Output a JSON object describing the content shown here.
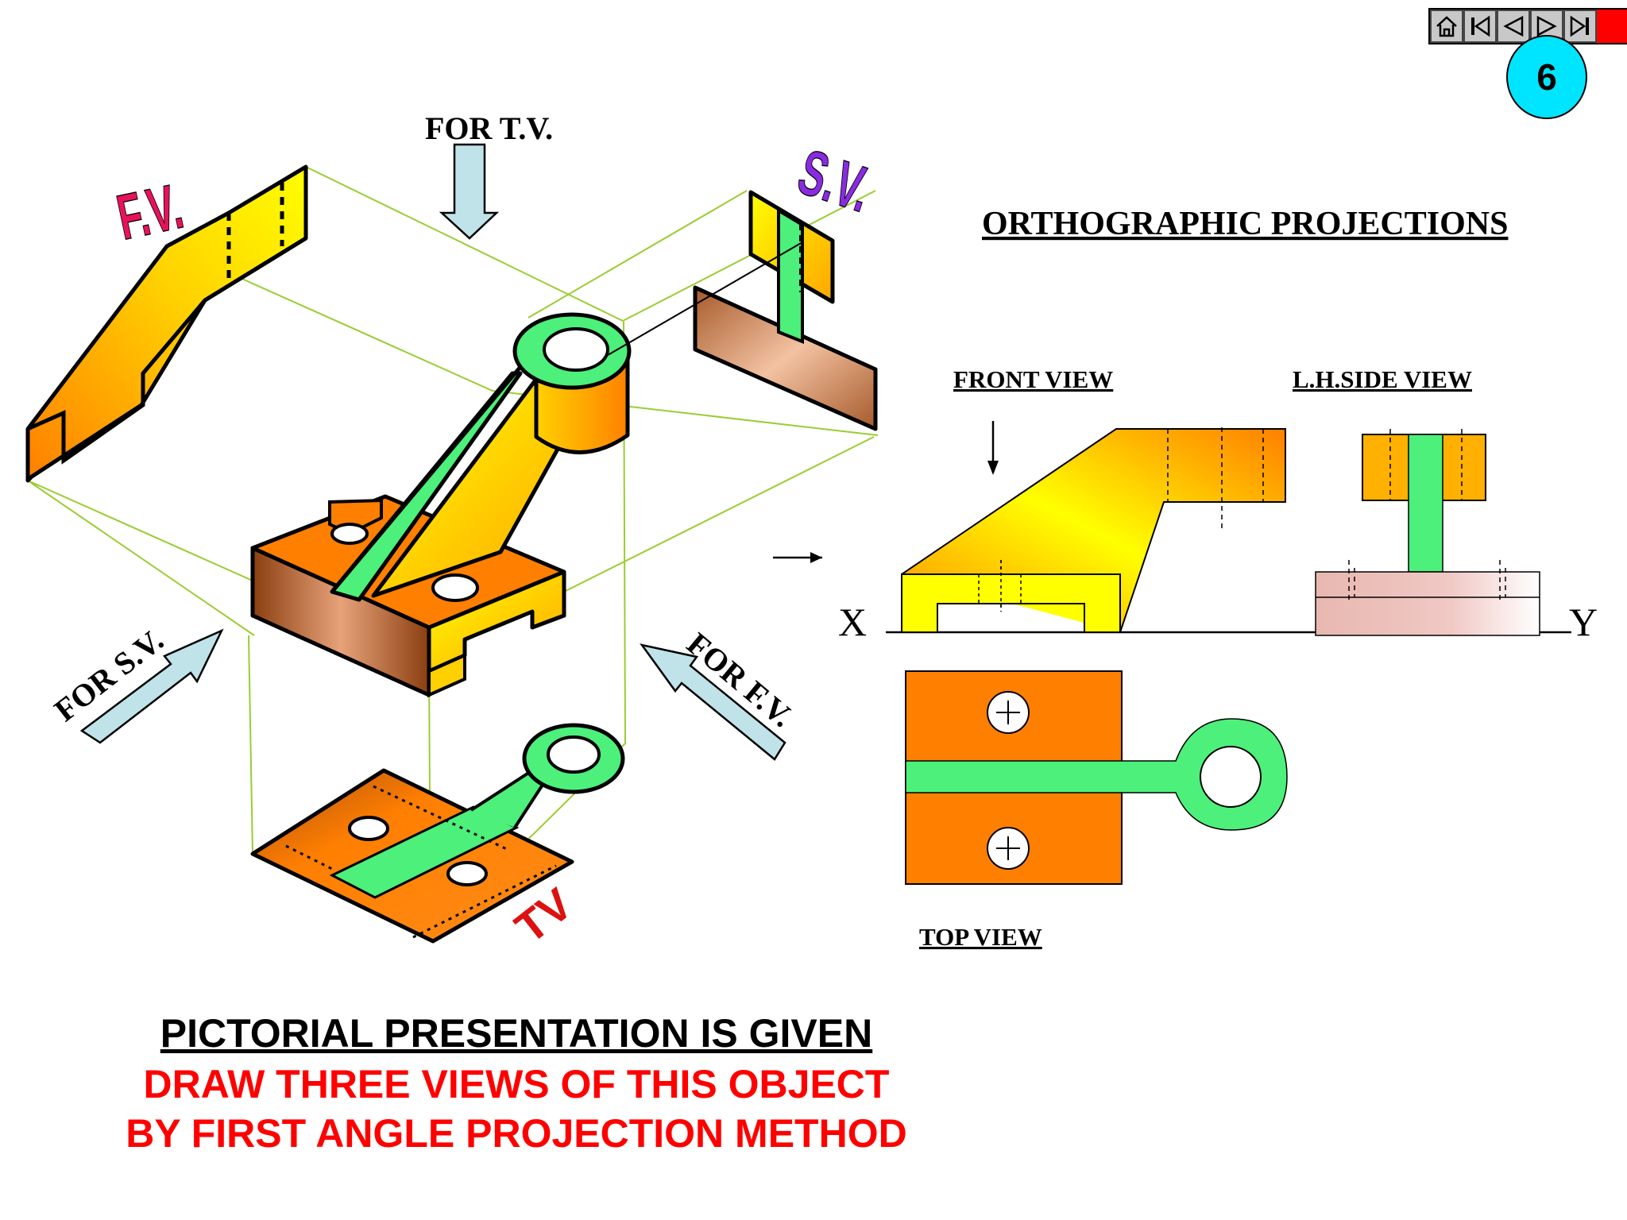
{
  "navigation": {
    "buttons": [
      {
        "name": "home",
        "icon": "home-icon"
      },
      {
        "name": "first",
        "icon": "skip-back-icon"
      },
      {
        "name": "previous",
        "icon": "previous-icon"
      },
      {
        "name": "next",
        "icon": "next-icon"
      },
      {
        "name": "last",
        "icon": "skip-forward-icon"
      },
      {
        "name": "stop",
        "icon": "stop-icon"
      }
    ],
    "slide_number": "6"
  },
  "pictorial": {
    "for_tv": "FOR T.V.",
    "for_sv": "FOR S.V.",
    "for_fv": "FOR F.V.",
    "fv": "F.V.",
    "sv": "S.V.",
    "tv": "TV"
  },
  "orthographic": {
    "title": "ORTHOGRAPHIC PROJECTIONS",
    "front_view": "FRONT VIEW",
    "side_view": "L.H.SIDE VIEW",
    "top_view": "TOP VIEW",
    "x_label": "X",
    "y_label": "Y"
  },
  "instructions": {
    "line1": "PICTORIAL PRESENTATION IS GIVEN",
    "line2": "DRAW THREE VIEWS OF THIS OBJECT",
    "line3": "BY FIRST ANGLE PROJECTION METHOD"
  },
  "colors": {
    "orange": "#ff7f00",
    "yellow": "#ffff00",
    "green": "#4cf07a",
    "brown": "#b4642e",
    "pink": "#f0c8c4",
    "arrow": "#bfe3e8",
    "projector": "#9acd32",
    "fv_label": "#e8125c",
    "sv_label": "#8a2be2",
    "tv_label": "#dd1111",
    "instruction_red": "#ff0000",
    "badge": "#00e5ff"
  }
}
